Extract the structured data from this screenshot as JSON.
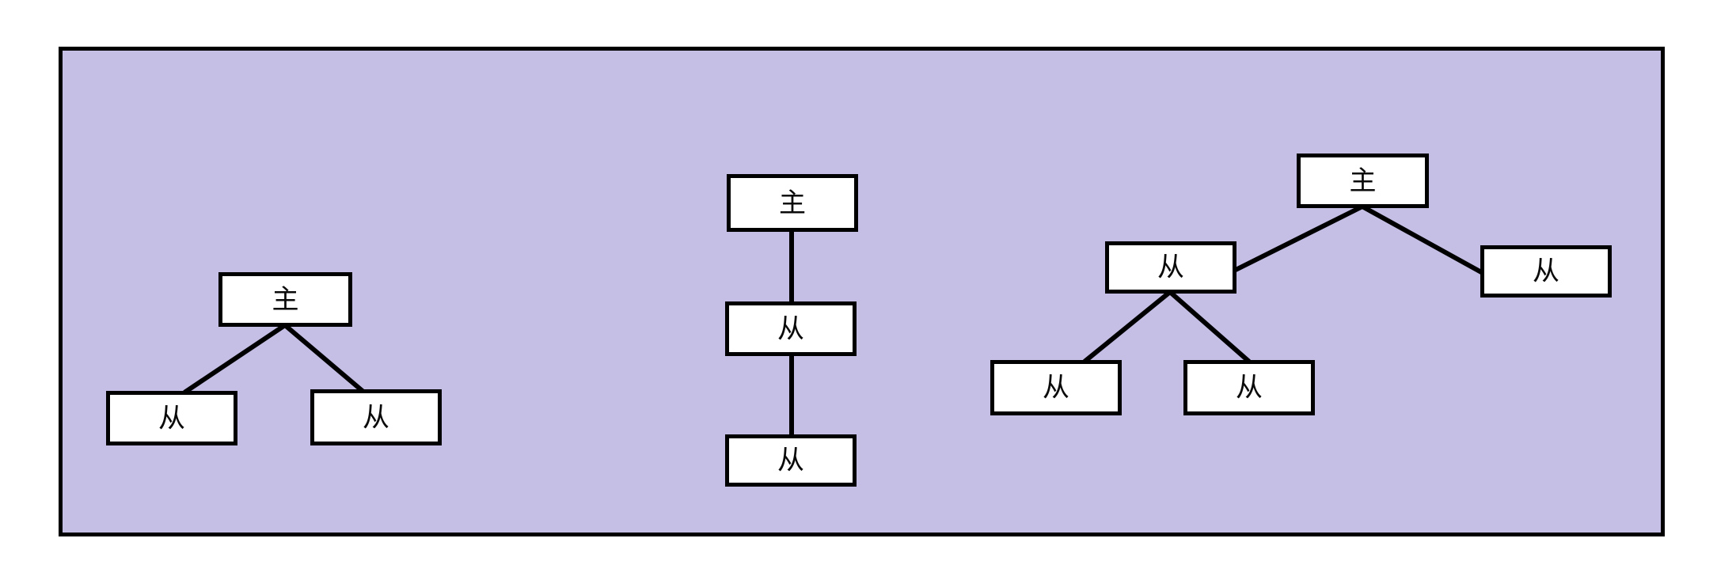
{
  "diagram": {
    "background_color": "#c5bfe6",
    "border_color": "#000000",
    "node_fill": "#ffffff",
    "edge_color": "#000000",
    "labels": {
      "master": "主",
      "slave": "从"
    },
    "topologies": [
      {
        "id": "tree-1",
        "name": "master-with-two-slaves",
        "nodes": [
          {
            "id": "t1-master",
            "role": "master",
            "label": "主"
          },
          {
            "id": "t1-slave-1",
            "role": "slave",
            "label": "从"
          },
          {
            "id": "t1-slave-2",
            "role": "slave",
            "label": "从"
          }
        ],
        "edges": [
          {
            "from": "t1-master",
            "to": "t1-slave-1"
          },
          {
            "from": "t1-master",
            "to": "t1-slave-2"
          }
        ]
      },
      {
        "id": "tree-2",
        "name": "chained-replication",
        "nodes": [
          {
            "id": "t2-master",
            "role": "master",
            "label": "主"
          },
          {
            "id": "t2-slave-1",
            "role": "slave",
            "label": "从"
          },
          {
            "id": "t2-slave-2",
            "role": "slave",
            "label": "从"
          }
        ],
        "edges": [
          {
            "from": "t2-master",
            "to": "t2-slave-1"
          },
          {
            "from": "t2-slave-1",
            "to": "t2-slave-2"
          }
        ]
      },
      {
        "id": "tree-3",
        "name": "multi-level-tree",
        "nodes": [
          {
            "id": "t3-master",
            "role": "master",
            "label": "主"
          },
          {
            "id": "t3-slave-1",
            "role": "slave",
            "label": "从"
          },
          {
            "id": "t3-slave-2",
            "role": "slave",
            "label": "从"
          },
          {
            "id": "t3-slave-3",
            "role": "slave",
            "label": "从"
          },
          {
            "id": "t3-slave-4",
            "role": "slave",
            "label": "从"
          }
        ],
        "edges": [
          {
            "from": "t3-master",
            "to": "t3-slave-1"
          },
          {
            "from": "t3-master",
            "to": "t3-slave-2"
          },
          {
            "from": "t3-slave-1",
            "to": "t3-slave-3"
          },
          {
            "from": "t3-slave-1",
            "to": "t3-slave-4"
          }
        ]
      }
    ]
  }
}
